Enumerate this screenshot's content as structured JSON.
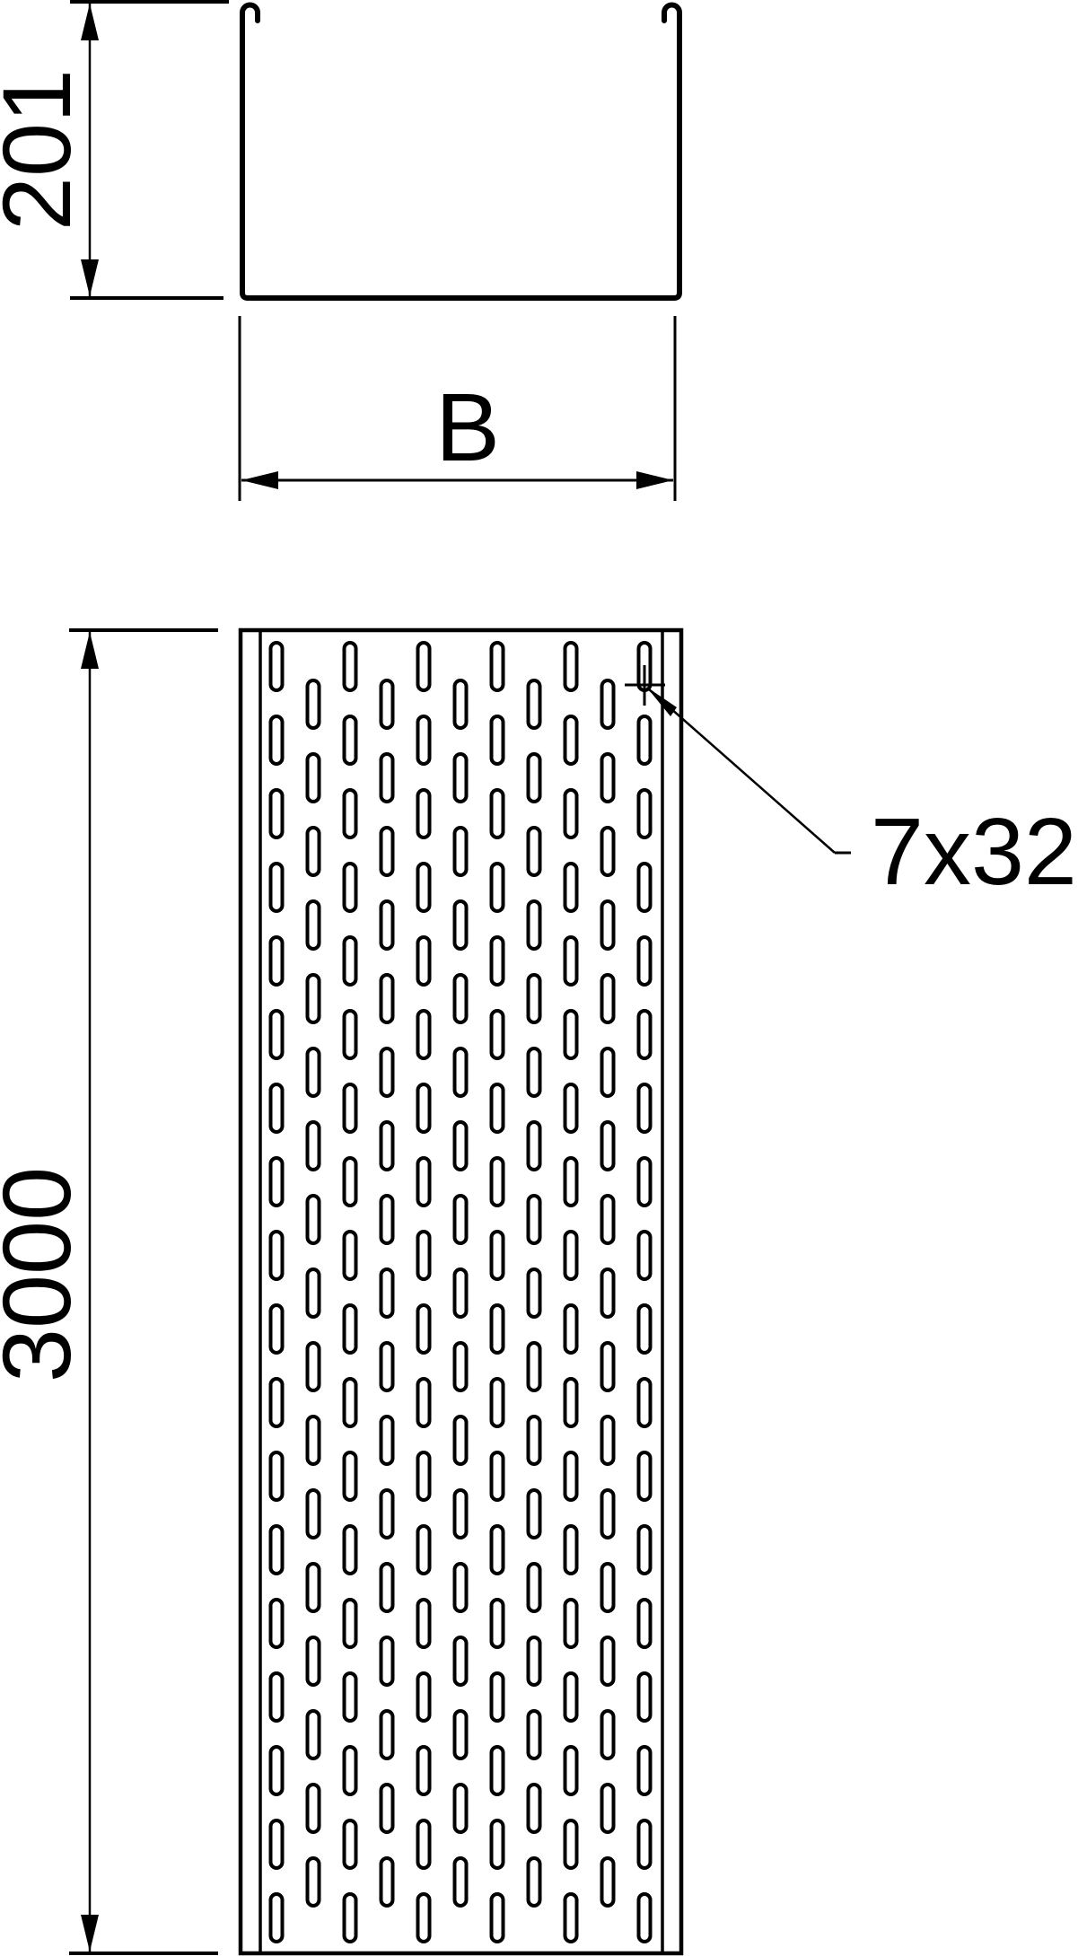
{
  "drawing": {
    "stroke_color": "#000000",
    "background": "#ffffff"
  },
  "cross_section": {
    "height_label": "201",
    "width_label": "B"
  },
  "top_view": {
    "length_label": "3000",
    "perforation_label": "7x32",
    "slot_columns": 11,
    "odd_column_rows": 18,
    "even_column_rows": 17
  }
}
